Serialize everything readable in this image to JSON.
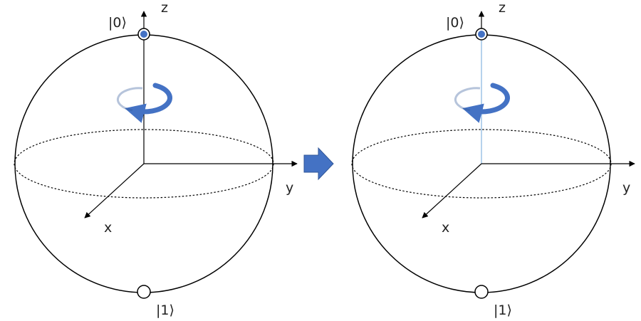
{
  "diagram": {
    "panels": [
      {
        "id": "left",
        "axis_labels": {
          "z": "z",
          "y": "y",
          "x": "x"
        },
        "state_labels": {
          "top": "|0⟩",
          "bottom": "|1⟩"
        },
        "top_state_filled": true,
        "bottom_state_filled": false
      },
      {
        "id": "right",
        "axis_labels": {
          "z": "z",
          "y": "y",
          "x": "x"
        },
        "state_labels": {
          "top": "|0⟩",
          "bottom": "|1⟩"
        },
        "top_state_filled": true,
        "bottom_state_filled": false
      }
    ],
    "colors": {
      "sphere_stroke": "#000000",
      "state_fill": "#4472C4",
      "rotation_arrow": "#4472C4",
      "transition_arrow": "#4472C4",
      "z_axis_right": "#9DC3E6"
    },
    "icons": {
      "rotation": "rotation-arrows-icon",
      "transition": "right-arrow-icon"
    }
  }
}
